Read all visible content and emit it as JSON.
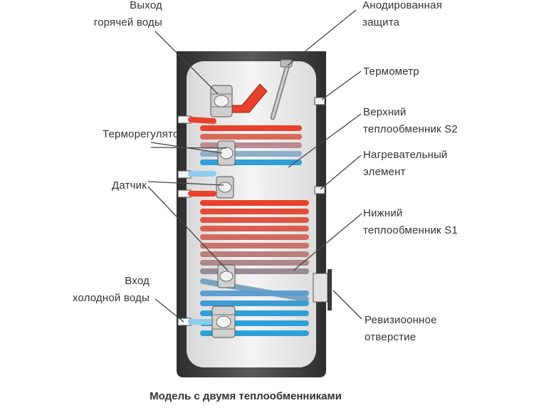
{
  "labels": {
    "hot_outlet": [
      "Выход",
      "горячей воды"
    ],
    "anode": [
      "Анодированная",
      "защита"
    ],
    "thermometer": [
      "Термометр"
    ],
    "upper_exchanger": [
      "Верхний",
      "теплообменник S2"
    ],
    "heating_element": [
      "Нагревательный",
      "элемент"
    ],
    "thermostat": [
      "Терморегулятор"
    ],
    "sensor": [
      "Датчик"
    ],
    "lower_exchanger": [
      "Нижний",
      "теплообменник S1"
    ],
    "cold_inlet": [
      "Вход",
      "холодной воды"
    ],
    "inspection_hatch": [
      "Ревизиоонное",
      "отверстие"
    ]
  },
  "caption": "Модель с двумя теплообменниками",
  "colors": {
    "hot": "#e8402a",
    "cold": "#2f9fd8",
    "tank_shell": "#4a4a4a",
    "tank_inner": "#ececec",
    "leader_line": "#444444"
  }
}
